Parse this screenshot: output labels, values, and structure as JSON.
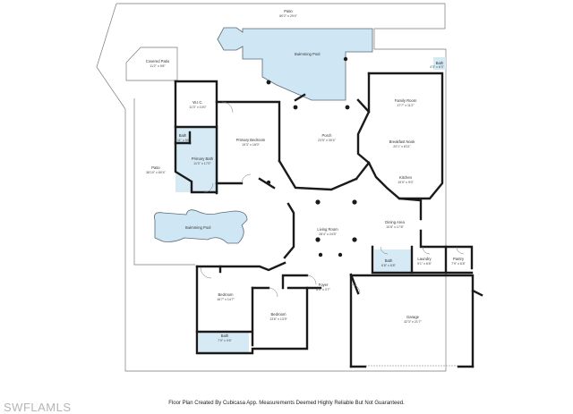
{
  "rooms": {
    "patio_top": {
      "name": "Patio",
      "dim": "80'2\" x 29'4\""
    },
    "swimming_pool_top": {
      "name": "Swimming Pool",
      "dim": ""
    },
    "covered_patio": {
      "name": "Covered Patio",
      "dim": "11'2\" x 9'8\""
    },
    "bath_top_right": {
      "name": "Bath",
      "dim": "4'3\" x 6'3\""
    },
    "wic": {
      "name": "W.I.C.",
      "dim": "11'3\" x 10'0\""
    },
    "bath_primary_small": {
      "name": "Bath",
      "dim": "3'11\" x 5'6\""
    },
    "primary_bath": {
      "name": "Primary Bath",
      "dim": "11'3\" x 17'0\""
    },
    "primary_bedroom": {
      "name": "Primary Bedroom",
      "dim": "19'3\" x 18'0\""
    },
    "porch": {
      "name": "Porch",
      "dim": "23'5\" x 30'4\""
    },
    "family_room": {
      "name": "Family Room",
      "dim": "17'7\" x 11'2\""
    },
    "breakfast_nook": {
      "name": "Breakfast Nook",
      "dim": "20'1\" x 8'11\""
    },
    "kitchen": {
      "name": "Kitchen",
      "dim": "19'0\" x 9'0\""
    },
    "patio_left": {
      "name": "Patio",
      "dim": "38'10\" x 60'4\""
    },
    "swimming_pool_left": {
      "name": "Swimming Pool",
      "dim": ""
    },
    "living_room": {
      "name": "Living Room",
      "dim": "28'4\" x 24'5\""
    },
    "dining_area": {
      "name": "Dining Area",
      "dim": "10'8\" x 17'8\""
    },
    "bath_mid": {
      "name": "Bath",
      "dim": "6'8\" x 6'8\""
    },
    "laundry": {
      "name": "Laundry",
      "dim": "9'1\" x 6'8\""
    },
    "pantry": {
      "name": "Pantry",
      "dim": "7'9\" x 6'8\""
    },
    "bedroom_left": {
      "name": "Bedroom",
      "dim": "16'7\" x 14'7\""
    },
    "bedroom_mid": {
      "name": "Bedroom",
      "dim": "13'6\" x 13'9\""
    },
    "foyer": {
      "name": "Foyer",
      "dim": "6'0\" x 3'7\""
    },
    "garage": {
      "name": "Garage",
      "dim": "32'3\" x 21'7\""
    },
    "bath_bottom": {
      "name": "Bath",
      "dim": "7'9\" x 9'6\""
    }
  },
  "footer": "Floor Plan Created By Cubicasa App. Measurements Deemed Highly Reliable But Not Guaranteed.",
  "logo": "SWFLAMLS",
  "colors": {
    "wall": "#1a1a1a",
    "pool": "#cfe6f5",
    "wet_room": "#d6eaf6"
  }
}
